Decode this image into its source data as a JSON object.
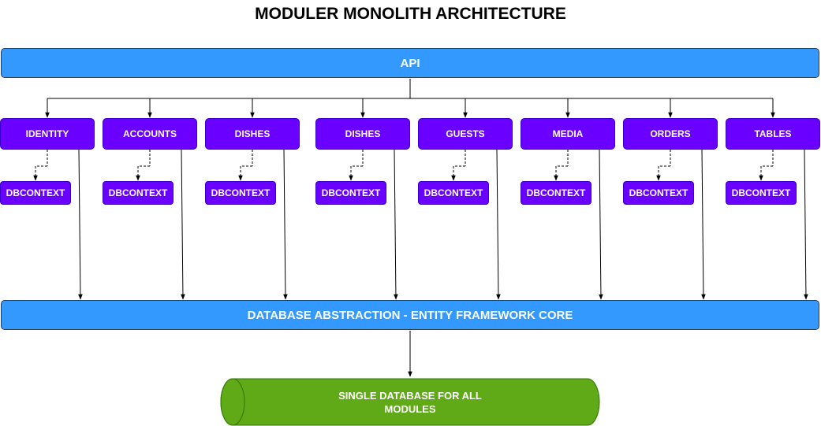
{
  "title": "MODULER MONOLITH ARCHITECTURE",
  "api_label": "API",
  "db_abstraction_label": "DATABASE ABSTRACTION - ENTITY FRAMEWORK CORE",
  "database_label_line1": "SINGLE  DATABASE FOR ALL",
  "database_label_line2": "MODULES",
  "modules": [
    {
      "name": "IDENTITY",
      "context": "DBCONTEXT"
    },
    {
      "name": "ACCOUNTS",
      "context": "DBCONTEXT"
    },
    {
      "name": "DISHES",
      "context": "DBCONTEXT"
    },
    {
      "name": "DISHES",
      "context": "DBCONTEXT"
    },
    {
      "name": "GUESTS",
      "context": "DBCONTEXT"
    },
    {
      "name": "MEDIA",
      "context": "DBCONTEXT"
    },
    {
      "name": "ORDERS",
      "context": "DBCONTEXT"
    },
    {
      "name": "TABLES",
      "context": "DBCONTEXT"
    }
  ],
  "colors": {
    "bar_fill": "#3399ff",
    "module_fill": "#6a00ff",
    "database_fill": "#60a917",
    "database_stroke": "#2d7600",
    "connector": "#000000"
  }
}
